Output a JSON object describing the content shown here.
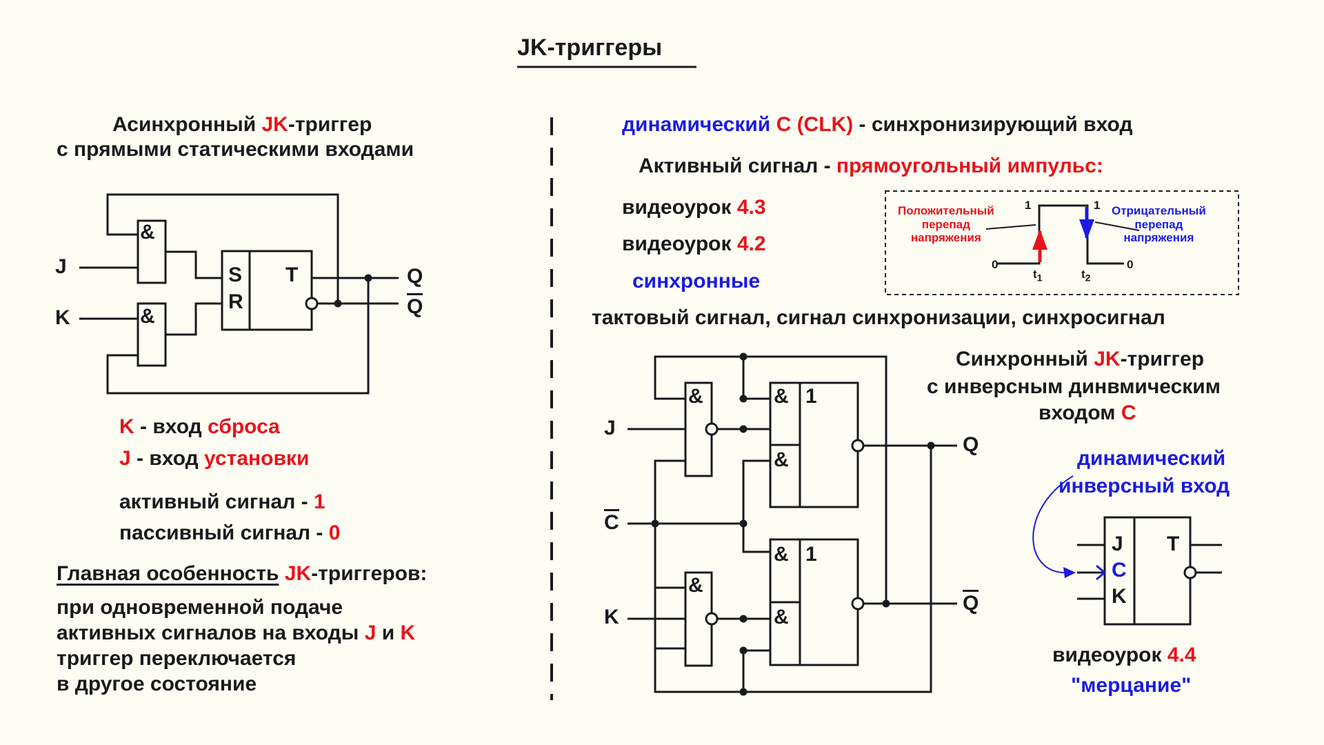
{
  "title": "JK-триггеры",
  "left": {
    "heading1_a": "Асинхронный ",
    "heading1_b": "JK",
    "heading1_c": "-триггер",
    "heading2": "с прямыми статическими входами",
    "gate": "&",
    "pin_J": "J",
    "pin_K": "K",
    "pin_S": "S",
    "pin_R": "R",
    "pin_T": "T",
    "pin_Q": "Q",
    "pin_Qbar": "Q",
    "k_line": {
      "a": "K",
      "b": " - вход ",
      "c": "сброса"
    },
    "j_line": {
      "a": "J",
      "b": " - вход ",
      "c": "установки"
    },
    "active": {
      "a": "активный сигнал - ",
      "b": "1"
    },
    "passive": {
      "a": "пассивный сигнал - ",
      "b": "0"
    },
    "feature": {
      "a": "Главная особенность",
      "b": " JK",
      "c": "-триггеров:"
    },
    "desc1": "при одновременной подаче",
    "desc2": {
      "a": "активных сигналов на входы ",
      "b": "J",
      "c": " и ",
      "d": "K"
    },
    "desc3": "триггер переключается",
    "desc4": "в другое состояние"
  },
  "right": {
    "clk_line": {
      "a": "динамический ",
      "b": "C (CLK)",
      "c": " - синхронизирующий вход"
    },
    "active_signal": {
      "a": "Активный сигнал - ",
      "b": "прямоугольный импульс:"
    },
    "video1": {
      "a": "видеоурок ",
      "b": "4.3"
    },
    "video2": {
      "a": "видеоурок ",
      "b": "4.2"
    },
    "sync": "синхронные",
    "clock_terms": "тактовый сигнал, сигнал синхронизации, синхросигнал",
    "pulse": {
      "pos_label": [
        "Положительный",
        "перепад",
        "напряжения"
      ],
      "neg_label": [
        "Отрицательный",
        "перепад",
        "напряжения"
      ],
      "one": "1",
      "zero": "0",
      "t1": "t",
      "t1_sub": "1",
      "t2": "t",
      "t2_sub": "2"
    },
    "sync_heading": {
      "a": "Синхронный ",
      "b": "JK",
      "c": "-триггер"
    },
    "sync_heading2": "с инверсным динвмическим",
    "sync_heading3": {
      "a": "входом ",
      "b": "C"
    },
    "dyn_label1": "динамический",
    "dyn_label2": "инверсный  вход",
    "gate": "&",
    "one": "1",
    "pin_J": "J",
    "pin_K": "K",
    "pin_C": "C",
    "pin_Q": "Q",
    "pin_Qbar": "Q",
    "sym_J": "J",
    "sym_C": "C",
    "sym_K": "K",
    "sym_T": "T",
    "video3": {
      "a": "видеоурок  ",
      "b": "4.4"
    },
    "flicker": "\"мерцание\""
  },
  "colors": {
    "red": "#e8141b",
    "blue": "#1b1be0",
    "ink": "#1a1a1a",
    "background": "#fdfdf4"
  }
}
